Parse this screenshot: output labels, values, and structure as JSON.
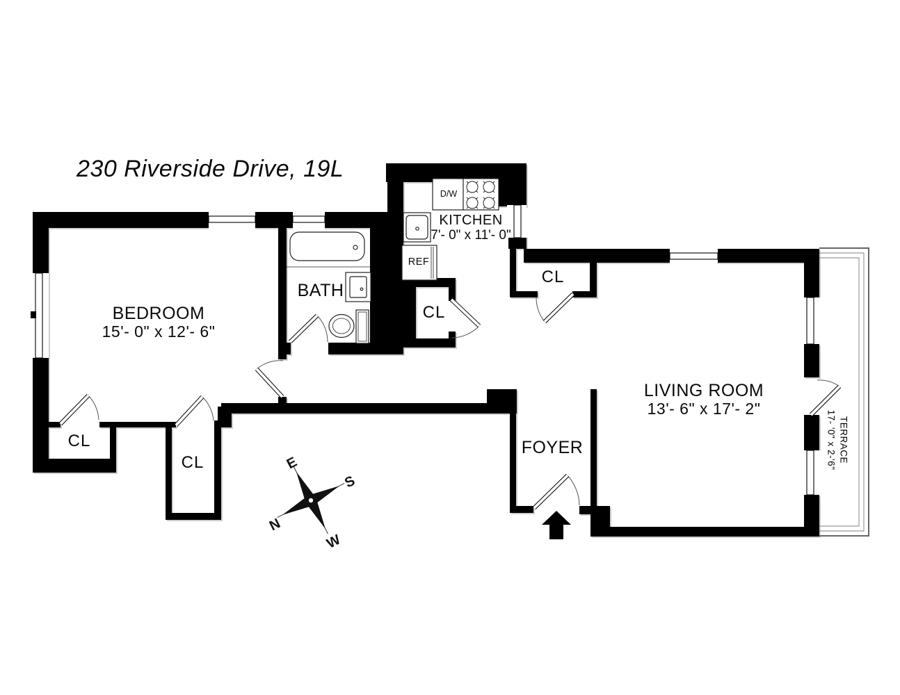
{
  "title": "230 Riverside Drive, 19L",
  "colors": {
    "wall": "#000000",
    "background": "#ffffff",
    "line": "#1a1a1a"
  },
  "rooms": {
    "bedroom": {
      "name": "BEDROOM",
      "dims": "15'- 0\" x 12'- 6\""
    },
    "bath": {
      "name": "BATH"
    },
    "kitchen": {
      "name": "KITCHEN",
      "dims": "7'- 0\" x 11'- 0\""
    },
    "living_room": {
      "name": "LIVING ROOM",
      "dims": "13'- 6\" x 17'- 2\""
    },
    "foyer": {
      "name": "FOYER"
    },
    "terrace": {
      "name": "TERRACE",
      "dims": "17- '0\" x 2-'6\""
    }
  },
  "closets": {
    "bedroom_left": "CL",
    "bedroom_right": "CL",
    "kitchen_hall": "CL",
    "living_room": "CL"
  },
  "appliances": {
    "dishwasher": "D/W",
    "refrigerator": "REF"
  },
  "compass": {
    "north": "N",
    "south": "S",
    "east": "E",
    "west": "W"
  }
}
